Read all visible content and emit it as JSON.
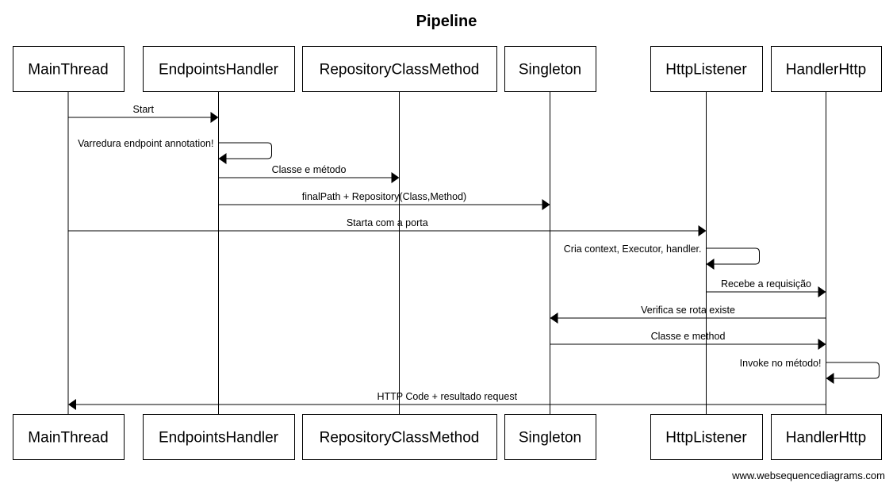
{
  "diagram": {
    "title": "Pipeline",
    "participants": [
      {
        "id": "main",
        "label": "MainThread"
      },
      {
        "id": "endp",
        "label": "EndpointsHandler"
      },
      {
        "id": "repo",
        "label": "RepositoryClassMethod"
      },
      {
        "id": "sing",
        "label": "Singleton"
      },
      {
        "id": "http",
        "label": "HttpListener"
      },
      {
        "id": "hand",
        "label": "HandlerHttp"
      }
    ],
    "messages": [
      {
        "from": "main",
        "to": "endp",
        "label": "Start"
      },
      {
        "from": "endp",
        "to": "endp",
        "label": "Varredura endpoint annotation!"
      },
      {
        "from": "endp",
        "to": "repo",
        "label": "Classe e método"
      },
      {
        "from": "endp",
        "to": "sing",
        "label": "finalPath + Repository(Class,Method)"
      },
      {
        "from": "main",
        "to": "http",
        "label": "Starta com a porta"
      },
      {
        "from": "http",
        "to": "http",
        "label": "Cria context, Executor, handler."
      },
      {
        "from": "http",
        "to": "hand",
        "label": "Recebe a requisição"
      },
      {
        "from": "hand",
        "to": "sing",
        "label": "Verifica se rota existe"
      },
      {
        "from": "sing",
        "to": "hand",
        "label": "Classe e method"
      },
      {
        "from": "hand",
        "to": "hand",
        "label": "Invoke no método!"
      },
      {
        "from": "hand",
        "to": "main",
        "label": "HTTP Code + resultado request"
      }
    ],
    "watermark": "www.websequencediagrams.com"
  }
}
